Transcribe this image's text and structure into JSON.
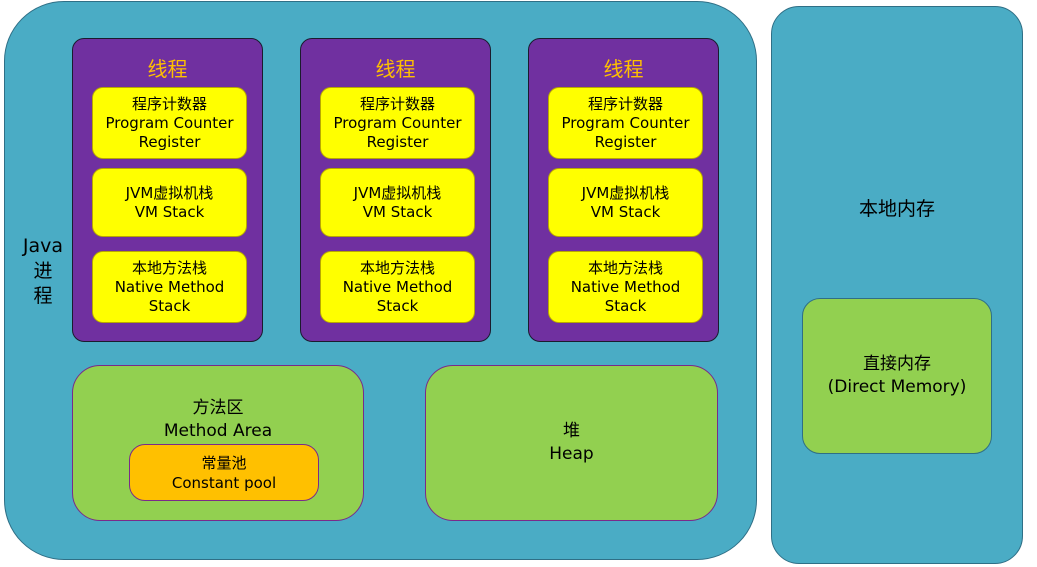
{
  "java_process": {
    "label": "Java\n进\n程"
  },
  "threads": [
    {
      "title": "线程",
      "pc": {
        "zh": "程序计数器",
        "en1": "Program Counter",
        "en2": "Register"
      },
      "vm": {
        "zh": "JVM虚拟机栈",
        "en1": "VM Stack"
      },
      "nm": {
        "zh": "本地方法栈",
        "en1": "Native Method",
        "en2": "Stack"
      }
    },
    {
      "title": "线程",
      "pc": {
        "zh": "程序计数器",
        "en1": "Program Counter",
        "en2": "Register"
      },
      "vm": {
        "zh": "JVM虚拟机栈",
        "en1": "VM Stack"
      },
      "nm": {
        "zh": "本地方法栈",
        "en1": "Native Method",
        "en2": "Stack"
      }
    },
    {
      "title": "线程",
      "pc": {
        "zh": "程序计数器",
        "en1": "Program Counter",
        "en2": "Register"
      },
      "vm": {
        "zh": "JVM虚拟机栈",
        "en1": "VM Stack"
      },
      "nm": {
        "zh": "本地方法栈",
        "en1": "Native Method",
        "en2": "Stack"
      }
    }
  ],
  "method_area": {
    "zh": "方法区",
    "en": "Method Area",
    "constant_pool": {
      "zh": "常量池",
      "en": "Constant pool"
    }
  },
  "heap": {
    "zh": "堆",
    "en": "Heap"
  },
  "native_memory": {
    "title": "本地内存",
    "direct": {
      "zh": "直接内存",
      "en": "(Direct Memory)"
    }
  },
  "colors": {
    "process_bg": "#4aacc5",
    "thread_bg": "#7030a0",
    "thread_title": "#ffc000",
    "stack_box": "#ffff00",
    "area_box": "#92d050",
    "constant_pool": "#ffc000"
  }
}
